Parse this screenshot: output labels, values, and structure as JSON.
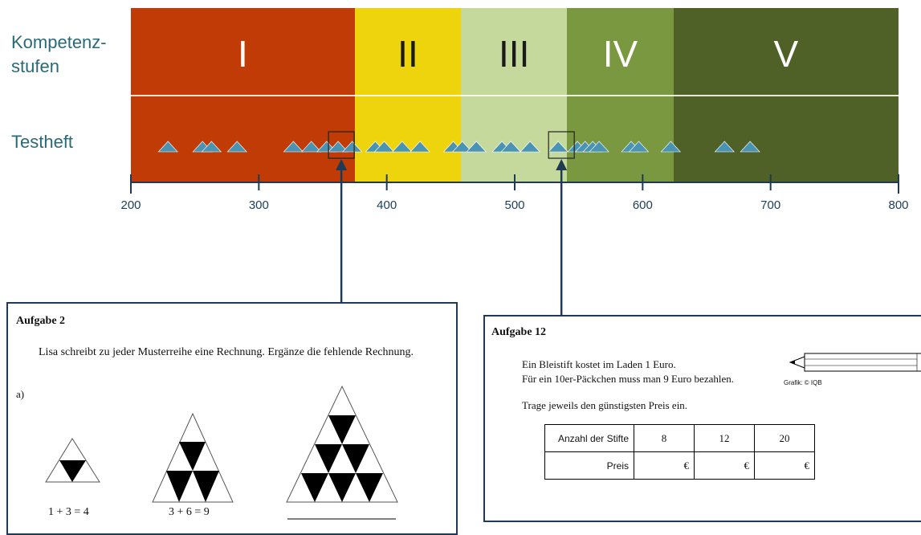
{
  "labels": {
    "competence_levels": [
      "Kompetenz-",
      "stufen"
    ],
    "test_booklet": "Testheft"
  },
  "levels": [
    {
      "numeral": "I",
      "from": 200,
      "to": 375,
      "color": "#c13b06",
      "text_color": "#ffffff"
    },
    {
      "numeral": "II",
      "from": 375,
      "to": 458,
      "color": "#eed40d",
      "text_color": "#1a1a1a"
    },
    {
      "numeral": "III",
      "from": 458,
      "to": 541,
      "color": "#c6d99d",
      "text_color": "#1a1a1a"
    },
    {
      "numeral": "IV",
      "from": 541,
      "to": 624,
      "color": "#799840",
      "text_color": "#ffffff"
    },
    {
      "numeral": "V",
      "from": 624,
      "to": 800,
      "color": "#4f6126",
      "text_color": "#ffffff"
    }
  ],
  "colors": {
    "item_marker": "#4a93b2",
    "connector": "#1f3a52",
    "axis": "#1f3a52"
  },
  "scale": {
    "min": 200,
    "max": 800,
    "ticks": [
      200,
      300,
      400,
      500,
      600,
      700,
      800
    ]
  },
  "items": [
    229,
    256,
    263,
    283,
    327,
    341,
    353,
    362,
    373,
    391,
    398,
    412,
    426,
    452,
    459,
    470,
    490,
    497,
    512,
    534,
    549,
    555,
    561,
    566,
    591,
    597,
    622,
    664,
    684
  ],
  "highlighted_items": [
    {
      "score": 362,
      "task": "Aufgabe 2"
    },
    {
      "score": 534,
      "task": "Aufgabe 12"
    }
  ],
  "task_a": {
    "title": "Aufgabe 2",
    "instruction": "Lisa schreibt zu jeder Musterreihe eine Rechnung. Ergänze die fehlende Rechnung.",
    "part": "a)",
    "equations": [
      "1 + 3 = 4",
      "3 + 6 = 9"
    ]
  },
  "task_b": {
    "title": "Aufgabe 12",
    "lines": [
      "Ein Bleistift kostet im Laden 1 Euro.",
      "Für ein 10er-Päckchen muss man 9 Euro bezahlen."
    ],
    "prompt": "Trage jeweils den günstigsten Preis ein.",
    "credit": "Grafik: © IQB",
    "table": {
      "row1_label": "Anzahl der Stifte",
      "counts": [
        "8",
        "12",
        "20"
      ],
      "row2_label": "Preis",
      "currency": "€"
    }
  }
}
